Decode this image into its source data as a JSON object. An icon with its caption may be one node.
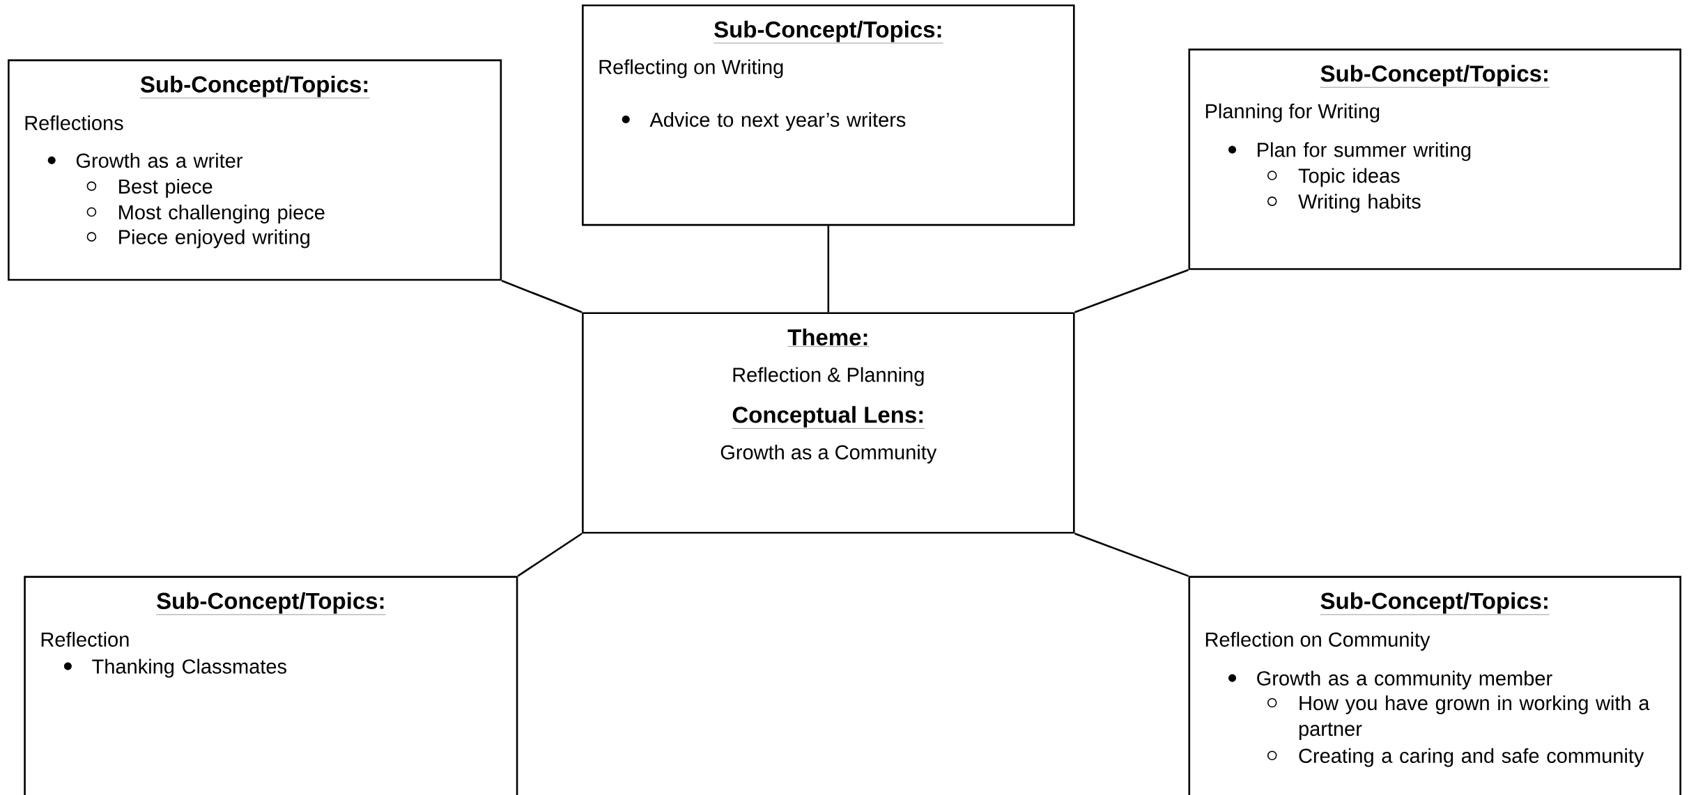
{
  "diagram": {
    "nodes": [
      {
        "text": [
          "Theme:",
          "Reflection & Planning",
          "Conceptual Lens:",
          "Growth as a Community"
        ]
      },
      {
        "text": [
          "Sub-Concept/Topics:",
          "Reflections",
          "Growth as a writer",
          "Best piece",
          "Most challenging piece",
          "Piece enjoyed writing"
        ]
      },
      {
        "text": [
          "Sub-Concept/Topics:",
          "Reflecting on Writing",
          "Advice to next year’s writers"
        ]
      },
      {
        "text": [
          "Sub-Concept/Topics:",
          "Planning for Writing",
          "Plan for summer writing",
          "Topic ideas",
          "Writing habits"
        ]
      },
      {
        "text": [
          "Sub-Concept/Topics:",
          "Reflection",
          "Thanking Classmates"
        ]
      },
      {
        "text": [
          "Sub-Concept/Topics:",
          "Reflection on Community",
          "Growth as a community member",
          "How you have grown in working with a partner",
          "Creating a caring and safe community"
        ]
      }
    ],
    "edges": [
      {
        "from": 0,
        "to": 1,
        "arrow": "none"
      },
      {
        "from": 0,
        "to": 2,
        "arrow": "none"
      },
      {
        "from": 0,
        "to": 3,
        "arrow": "none"
      },
      {
        "from": 0,
        "to": 4,
        "arrow": "none"
      },
      {
        "from": 0,
        "to": 5,
        "arrow": "none"
      }
    ]
  }
}
